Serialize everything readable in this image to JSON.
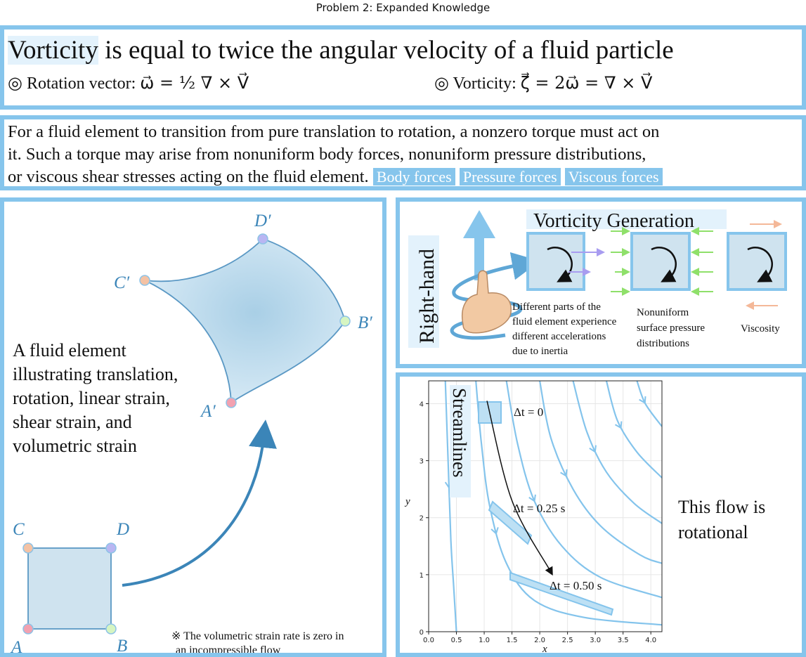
{
  "page_title": "Problem 2: Expanded Knowledge",
  "definition": {
    "highlight": "Vorticity",
    "heading_rest": "is equal to twice the angular velocity of a fluid particle",
    "rotation_label": "◎ Rotation vector: ",
    "rotation_formula": "ω⃗ = ½ ∇ × V⃗",
    "vorticity_label": "◎ Vorticity: ",
    "vorticity_formula": "ζ⃗ = 2ω⃗ = ∇ × V⃗"
  },
  "torque": {
    "line1": "For a fluid element to transition from pure translation to rotation, a nonzero torque must act on",
    "line2": "it. Such a torque may arise from nonuniform body forces, nonuniform pressure distributions,",
    "line3": "or viscous shear stresses acting on the fluid element.",
    "tags": [
      "Body forces",
      "Pressure forces",
      "Viscous forces"
    ]
  },
  "element": {
    "description": [
      "A fluid element",
      "illustrating translation,",
      "rotation, linear strain,",
      "shear strain, and",
      "volumetric strain"
    ],
    "labels": {
      "a": "A",
      "b": "B",
      "c": "C",
      "d": "D",
      "a2": "A′",
      "b2": "B′",
      "c2": "C′",
      "d2": "D′"
    },
    "note_line1": "※ The volumetric strain rate is zero in",
    "note_line2": "an incompressible flow"
  },
  "generation": {
    "title": "Vorticity Generation",
    "right_hand": "Right-hand",
    "inertia": [
      "Different parts of the",
      "fluid element experience",
      "different accelerations",
      "due to inertia"
    ],
    "pressure": [
      "Nonuniform",
      "surface pressure",
      "distributions"
    ],
    "viscosity": "Viscosity"
  },
  "streamlines": {
    "label": "Streamlines",
    "conclusion_line1": "This flow is",
    "conclusion_line2": "rotational",
    "annotations": [
      "Δt = 0",
      "Δt = 0.25 s",
      "Δt = 0.50 s"
    ]
  },
  "chart_data": {
    "type": "line",
    "xlabel": "x",
    "ylabel": "y",
    "xlim": [
      0,
      4.2
    ],
    "ylim": [
      0,
      4.4
    ],
    "xticks": [
      "0.0",
      "0.5",
      "1.0",
      "1.5",
      "2.0",
      "2.5",
      "3.0",
      "3.5",
      "4.0"
    ],
    "yticks": [
      "0",
      "1",
      "2",
      "3",
      "4"
    ],
    "grid": true,
    "series": [
      {
        "values": [
          [
            0.3,
            4.4
          ],
          [
            0.35,
            3.0
          ],
          [
            0.4,
            1.6
          ],
          [
            0.45,
            0.8
          ],
          [
            0.5,
            0
          ]
        ]
      },
      {
        "values": [
          [
            0.85,
            4.4
          ],
          [
            0.95,
            3.3
          ],
          [
            1.1,
            2.2
          ],
          [
            1.4,
            1.2
          ],
          [
            1.9,
            0.55
          ],
          [
            2.8,
            0.25
          ],
          [
            4.2,
            0.12
          ]
        ]
      },
      {
        "values": [
          [
            1.4,
            4.4
          ],
          [
            1.6,
            3.3
          ],
          [
            1.9,
            2.3
          ],
          [
            2.4,
            1.5
          ],
          [
            3.1,
            0.95
          ],
          [
            4.2,
            0.6
          ]
        ]
      },
      {
        "values": [
          [
            2.0,
            4.4
          ],
          [
            2.2,
            3.4
          ],
          [
            2.6,
            2.5
          ],
          [
            3.1,
            1.85
          ],
          [
            3.8,
            1.35
          ],
          [
            4.2,
            1.2
          ]
        ]
      },
      {
        "values": [
          [
            2.6,
            4.4
          ],
          [
            2.85,
            3.5
          ],
          [
            3.2,
            2.8
          ],
          [
            3.7,
            2.25
          ],
          [
            4.2,
            1.9
          ]
        ]
      },
      {
        "values": [
          [
            3.2,
            4.4
          ],
          [
            3.4,
            3.7
          ],
          [
            3.75,
            3.15
          ],
          [
            4.2,
            2.7
          ]
        ]
      },
      {
        "values": [
          [
            3.75,
            4.4
          ],
          [
            3.9,
            4.0
          ],
          [
            4.2,
            3.6
          ]
        ]
      }
    ],
    "trajectory": [
      [
        1.05,
        4.05
      ],
      [
        1.5,
        2.3
      ],
      [
        2.2,
        1.05
      ]
    ]
  },
  "colors": {
    "border": "#86c5ec",
    "line": "#84c4ec",
    "fill": "#bde0f4",
    "accent": "#3b85b8"
  }
}
